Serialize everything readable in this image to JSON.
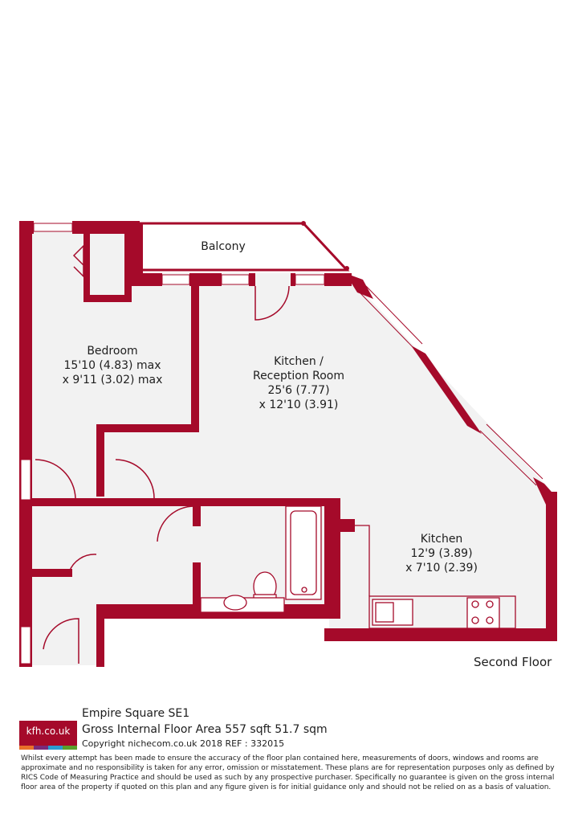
{
  "colors": {
    "wall": "#a50a2a",
    "floor": "#f2f2f2",
    "fixture": "#a50a2a",
    "logo_bar": [
      "#e8702a",
      "#7a2a7a",
      "#2a9ad0",
      "#5aa02a"
    ]
  },
  "rooms": {
    "balcony": {
      "name": "Balcony"
    },
    "bedroom": {
      "name": "Bedroom",
      "dim1": "15'10 (4.83) max",
      "dim2": "x 9'11 (3.02) max"
    },
    "reception": {
      "name1": "Kitchen /",
      "name2": "Reception Room",
      "dim1": "25'6 (7.77)",
      "dim2": "x 12'10 (3.91)"
    },
    "kitchen": {
      "name": "Kitchen",
      "dim1": "12'9 (3.89)",
      "dim2": "x 7'10 (2.39)"
    }
  },
  "floor": "Second Floor",
  "footer": {
    "logo": "kfh.co.uk",
    "address": "Empire Square  SE1",
    "area": "Gross Internal Floor Area 557 sqft 51.7 sqm",
    "copyright": "Copyright nichecom.co.uk 2018 REF : 332015",
    "disclaimer": "Whilst every attempt has been made to ensure the accuracy of the floor plan contained here, measurements of doors, windows and rooms are approximate and no responsibility is taken for any error, omission or misstatement.  These plans are for representation purposes only as defined by RICS Code of Measuring Practice and should be used as such by any prospective purchaser.  Specifically no guarantee is given on the gross internal floor area of the property if quoted on this plan and any figure given is for initial guidance only and should not be relied on as a basis of valuation."
  }
}
